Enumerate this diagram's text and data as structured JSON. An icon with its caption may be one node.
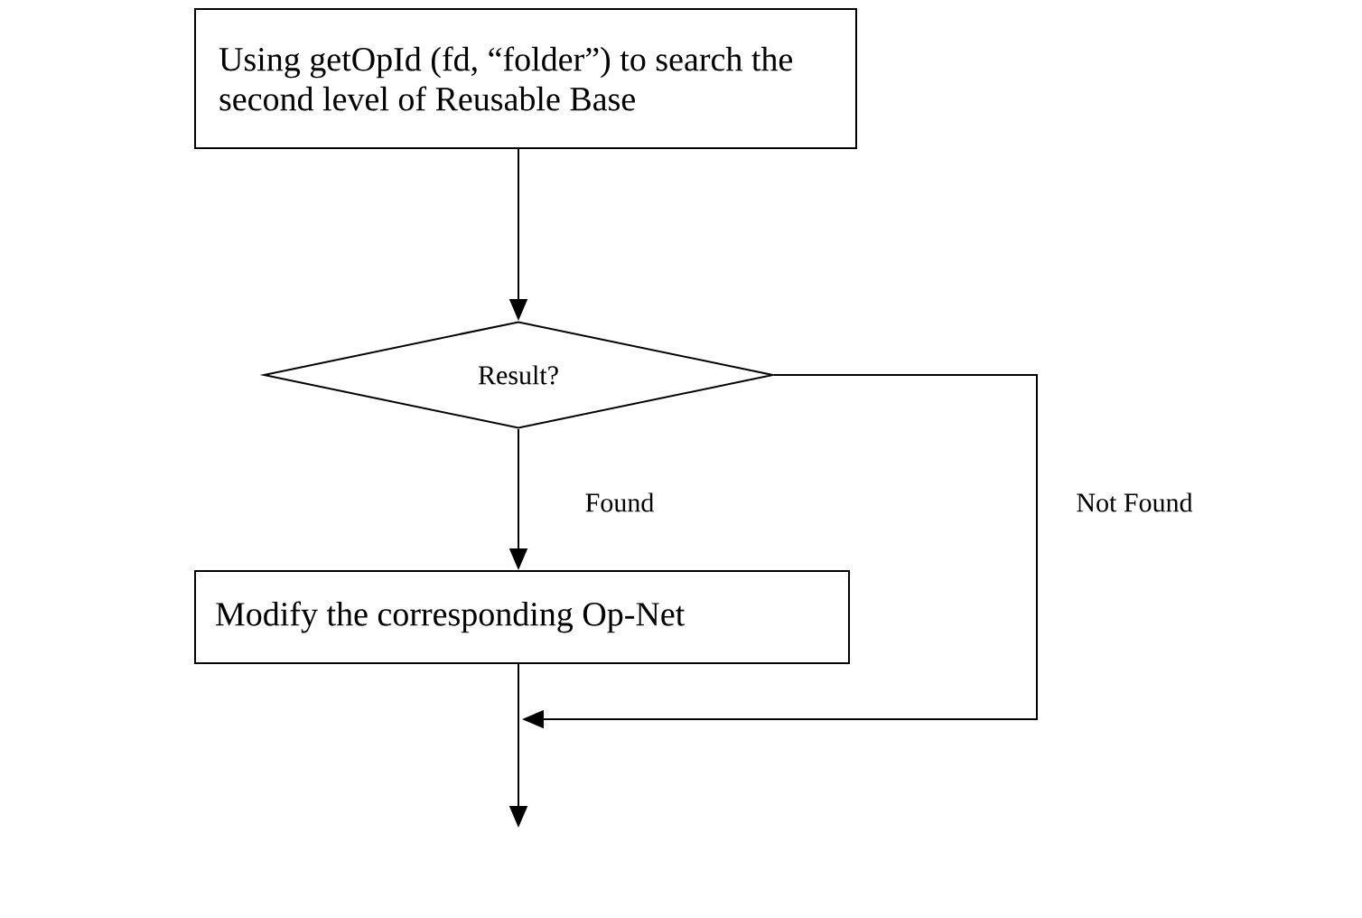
{
  "diagram": {
    "nodes": [
      {
        "text": [
          "Using getOpId (fd, “folder”) to search the second level of Reusable Base"
        ]
      },
      {
        "text": [
          "Result?"
        ]
      },
      {
        "text": [
          "Modify the corresponding Op-Net"
        ]
      }
    ],
    "edges": [
      {
        "from": 0,
        "to": 1,
        "arrow": "to"
      },
      {
        "from": 1,
        "to": 2,
        "arrow": "to",
        "label": "Found"
      },
      {
        "from": 1,
        "to": null,
        "arrow": "to",
        "label": "Not Found"
      },
      {
        "from": 2,
        "to": null,
        "arrow": "to"
      }
    ]
  }
}
